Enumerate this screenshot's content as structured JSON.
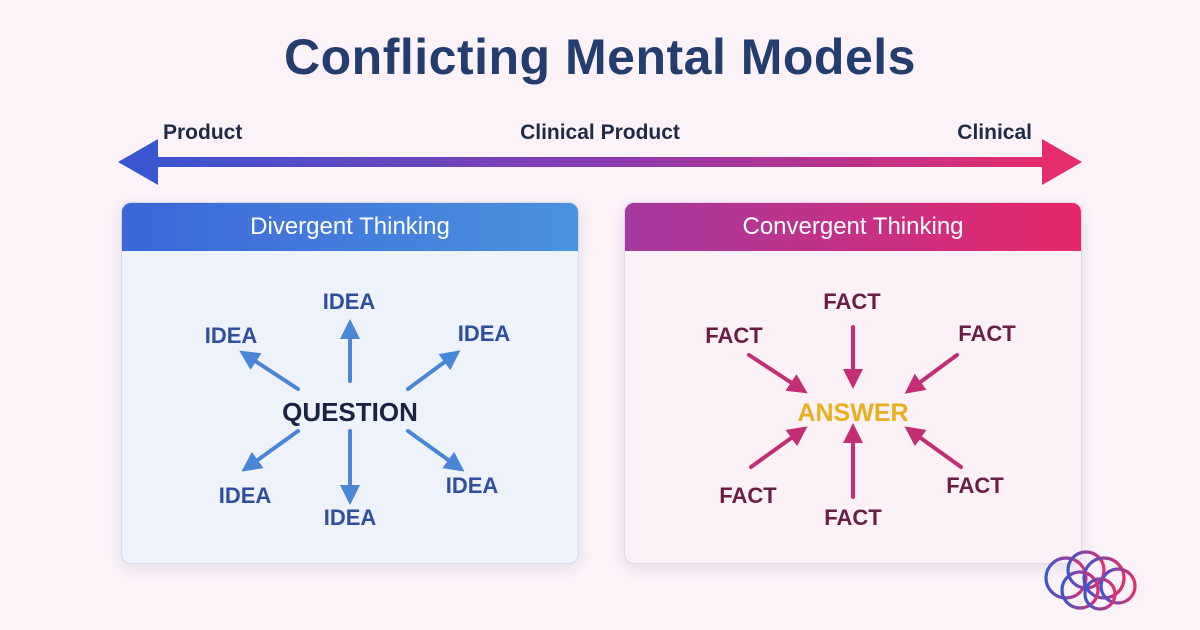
{
  "title": "Conflicting Mental Models",
  "spectrum": {
    "left": "Product",
    "center": "Clinical Product",
    "right": "Clinical",
    "colors": {
      "start": "#3a55d0",
      "middle": "#8a3bb0",
      "end": "#e52c6c"
    }
  },
  "divergent": {
    "header": "Divergent Thinking",
    "center": "QUESTION",
    "ideas": [
      "IDEA",
      "IDEA",
      "IDEA",
      "IDEA",
      "IDEA",
      "IDEA"
    ],
    "colors": {
      "text": "#2f4f9e",
      "arrow": "#4a86d8",
      "center": "#1a2340"
    }
  },
  "convergent": {
    "header": "Convergent Thinking",
    "center": "ANSWER",
    "facts": [
      "FACT",
      "FACT",
      "FACT",
      "FACT",
      "FACT",
      "FACT"
    ],
    "colors": {
      "text": "#6a1e46",
      "arrow": "#c42e75",
      "center": "#e8b020"
    }
  },
  "logo": {
    "icon": "brain-icon"
  }
}
